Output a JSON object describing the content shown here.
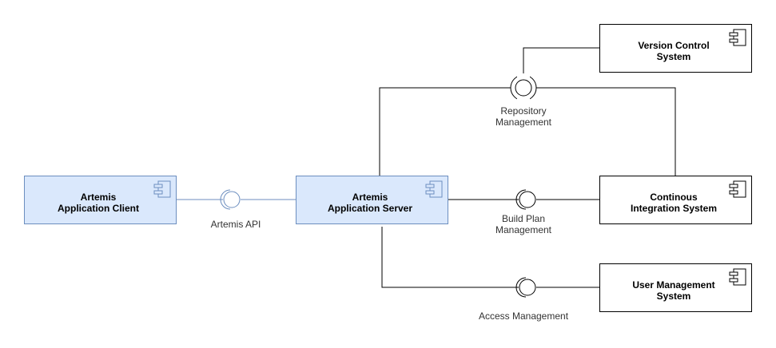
{
  "colors": {
    "client_fill": "#dae8fc",
    "client_stroke": "#6c8ebf",
    "external_fill": "#ffffff",
    "external_stroke": "#000000",
    "line_blue": "#6c8ebf",
    "line_black": "#000000"
  },
  "components": {
    "client": {
      "line1": "Artemis",
      "line2": "Application Client",
      "icon": "component-icon"
    },
    "server": {
      "line1": "Artemis",
      "line2": "Application Server",
      "icon": "component-icon"
    },
    "vcs": {
      "line1": "Version Control",
      "line2": "System",
      "icon": "component-icon"
    },
    "ci": {
      "line1": "Continous",
      "line2": "Integration System",
      "icon": "component-icon"
    },
    "ums": {
      "line1": "User Management",
      "line2": "System",
      "icon": "component-icon"
    }
  },
  "interfaces": {
    "artemis_api": {
      "line1": "Artemis API"
    },
    "repository": {
      "line1": "Repository",
      "line2": "Management"
    },
    "build_plan": {
      "line1": "Build Plan",
      "line2": "Management"
    },
    "access": {
      "line1": "Access Management"
    }
  }
}
